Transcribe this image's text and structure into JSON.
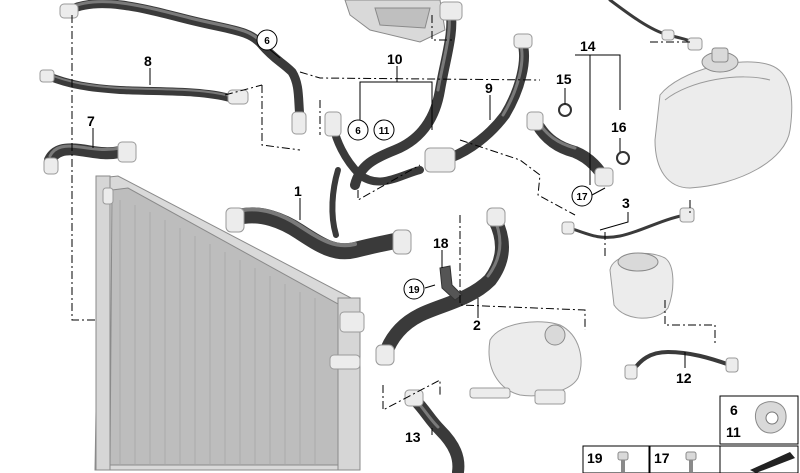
{
  "callouts": {
    "n1": "1",
    "n2": "2",
    "n3": "3",
    "n6": "6",
    "n7": "7",
    "n8": "8",
    "n9": "9",
    "n10": "10",
    "n12": "12",
    "n13": "13",
    "n14": "14",
    "n15": "15",
    "n16": "16",
    "n18": "18"
  },
  "circled": {
    "c6a": "6",
    "c6b": "6",
    "c11": "11",
    "c17": "17",
    "c19": "19"
  },
  "legend": {
    "box_6": "6",
    "box_11": "11",
    "box_19": "19",
    "box_17": "17"
  }
}
